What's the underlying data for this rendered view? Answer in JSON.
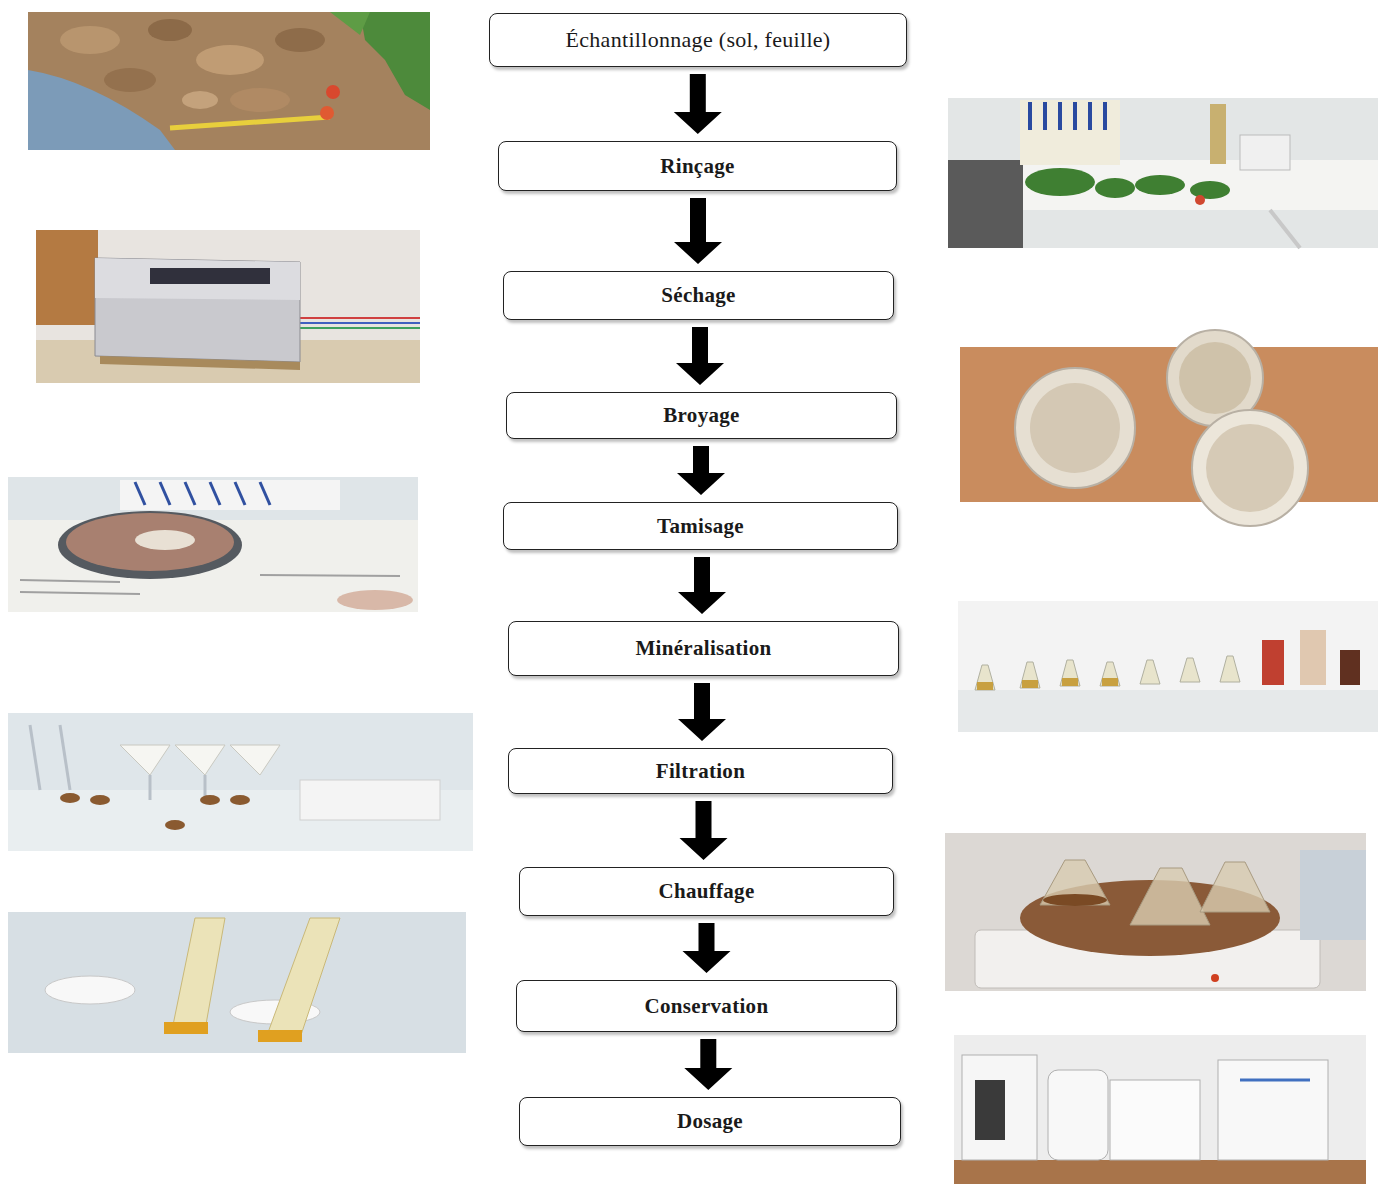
{
  "diagram": {
    "nodes": [
      {
        "text": [
          "Échantillonnage (sol, feuille)"
        ]
      },
      {
        "text": [
          "Rinçage"
        ]
      },
      {
        "text": [
          "Séchage"
        ]
      },
      {
        "text": [
          "Broyage"
        ]
      },
      {
        "text": [
          "Tamisage"
        ]
      },
      {
        "text": [
          "Minéralisation"
        ]
      },
      {
        "text": [
          "Filtration"
        ]
      },
      {
        "text": [
          "Chauffage"
        ]
      },
      {
        "text": [
          "Conservation"
        ]
      },
      {
        "text": [
          "Dosage"
        ]
      }
    ],
    "edges": [
      {
        "from": 0,
        "to": 1,
        "arrow": "to"
      },
      {
        "from": 1,
        "to": 2,
        "arrow": "to"
      },
      {
        "from": 2,
        "to": 3,
        "arrow": "to"
      },
      {
        "from": 3,
        "to": 4,
        "arrow": "to"
      },
      {
        "from": 4,
        "to": 5,
        "arrow": "to"
      },
      {
        "from": 5,
        "to": 6,
        "arrow": "to"
      },
      {
        "from": 6,
        "to": 7,
        "arrow": "to"
      },
      {
        "from": 7,
        "to": 8,
        "arrow": "to"
      },
      {
        "from": 8,
        "to": 9,
        "arrow": "to"
      }
    ]
  }
}
